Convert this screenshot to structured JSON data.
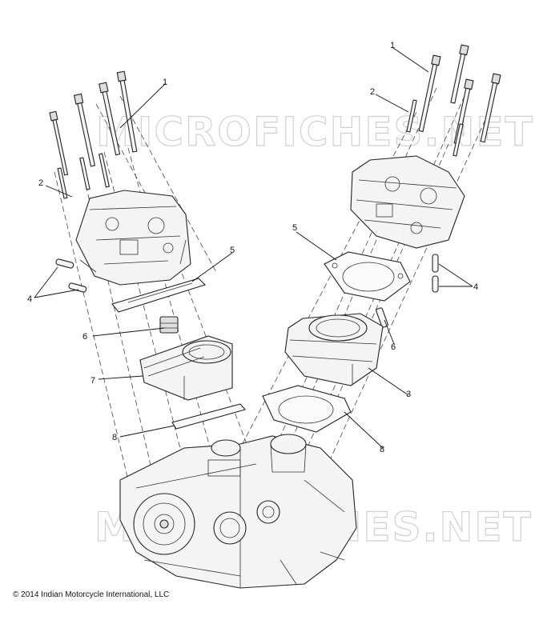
{
  "watermark": "MICROFICHES.NET",
  "copyright": "2014 Indian Motorcycle International, LLC",
  "copyright_symbol": "©",
  "callouts": {
    "left_1": "1",
    "left_2": "2",
    "left_4": "4",
    "left_5": "5",
    "left_6": "6",
    "left_7": "7",
    "left_8": "8",
    "right_1": "1",
    "right_2": "2",
    "right_3": "3",
    "right_4": "4",
    "right_5": "5",
    "right_6": "6",
    "right_8": "8"
  }
}
